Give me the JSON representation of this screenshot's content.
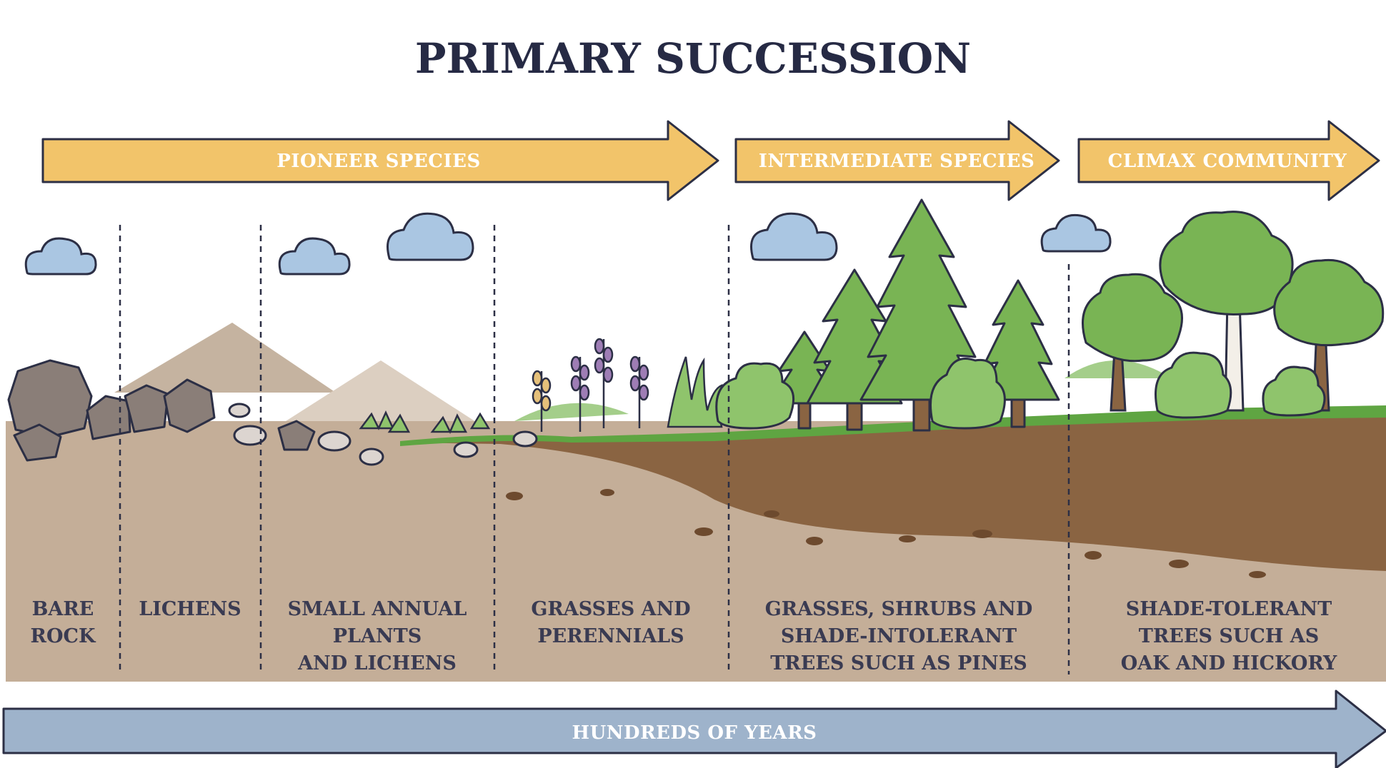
{
  "title": "PRIMARY SUCCESSION",
  "phases": [
    {
      "label": "PIONEER SPECIES"
    },
    {
      "label": "INTERMEDIATE SPECIES"
    },
    {
      "label": "CLIMAX COMMUNITY"
    }
  ],
  "stages": [
    {
      "lines": [
        "BARE",
        "ROCK"
      ]
    },
    {
      "lines": [
        "LICHENS"
      ]
    },
    {
      "lines": [
        "SMALL ANNUAL",
        "PLANTS",
        "AND LICHENS"
      ]
    },
    {
      "lines": [
        "GRASSES AND",
        "PERENNIALS"
      ]
    },
    {
      "lines": [
        "GRASSES, SHRUBS AND",
        "SHADE-INTOLERANT",
        "TREES SUCH AS PINES"
      ]
    },
    {
      "lines": [
        "SHADE-TOLERANT",
        "TREES SUCH AS",
        "OAK AND HICKORY"
      ]
    }
  ],
  "timeline": {
    "label": "HUNDREDS OF YEARS"
  },
  "colors": {
    "phase_arrow": "#f2c46a",
    "timeline_arrow": "#9eb3cb",
    "bedrock": "#c4ae98",
    "soil": "#8a6442",
    "grass": "#5fa542",
    "cloud": "#aac6e2",
    "outline": "#2c2f45"
  }
}
